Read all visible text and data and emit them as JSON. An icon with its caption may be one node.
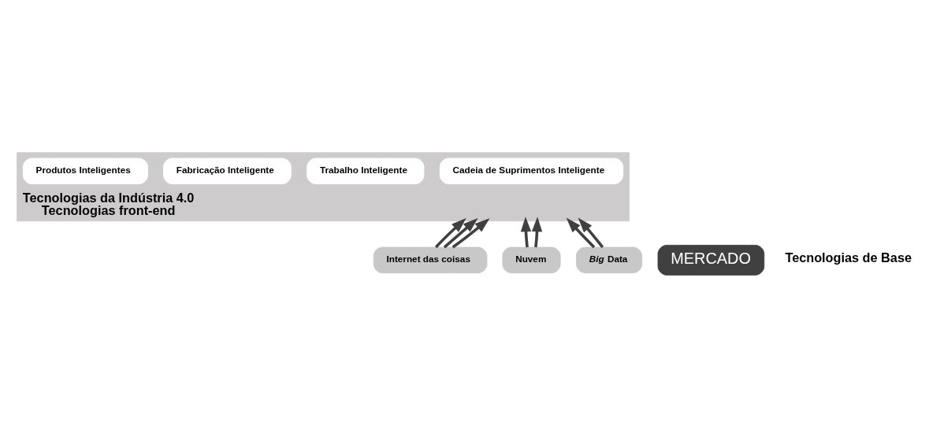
{
  "diagram": {
    "nodes": [
      {
        "text": [
          "Tecnologias da Indústria 4.0",
          "Tecnologias front-end"
        ]
      },
      {
        "text": [
          "Cadeia de Suprimentos Inteligente"
        ],
        "in": 0
      },
      {
        "text": [
          "Trabalho Inteligente"
        ],
        "in": 0
      },
      {
        "text": [
          "Fabricação Inteligente"
        ],
        "in": 0
      },
      {
        "text": [
          "Produtos Inteligentes"
        ],
        "in": 0
      },
      {
        "text": [
          "MERCADO"
        ]
      },
      {
        "text": [
          "Internet das coisas"
        ]
      },
      {
        "text": [
          "Nuvem"
        ]
      },
      {
        "text": [
          "*Big* Data"
        ]
      }
    ],
    "edges": [
      {
        "from": 6,
        "to": 0,
        "arrow": "to"
      },
      {
        "from": 6,
        "to": 0,
        "arrow": "to"
      },
      {
        "from": 6,
        "to": 0,
        "arrow": "to"
      },
      {
        "from": 7,
        "to": 0,
        "arrow": "to"
      },
      {
        "from": 7,
        "to": 0,
        "arrow": "to"
      },
      {
        "from": 8,
        "to": 0,
        "arrow": "to"
      },
      {
        "from": 8,
        "to": 0,
        "arrow": "to"
      }
    ],
    "labels": [
      "Tecnologias de Base"
    ]
  }
}
